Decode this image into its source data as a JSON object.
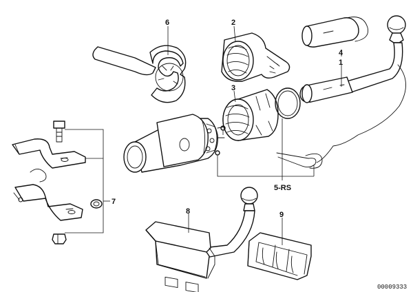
{
  "callouts": {
    "p1": "1",
    "p2": "2",
    "p3": "3",
    "p4": "4",
    "p5": "5-RS",
    "p6": "6",
    "p7": "7",
    "p8": "8",
    "p9": "9"
  },
  "footer": {
    "drawing_code": "00009333"
  }
}
